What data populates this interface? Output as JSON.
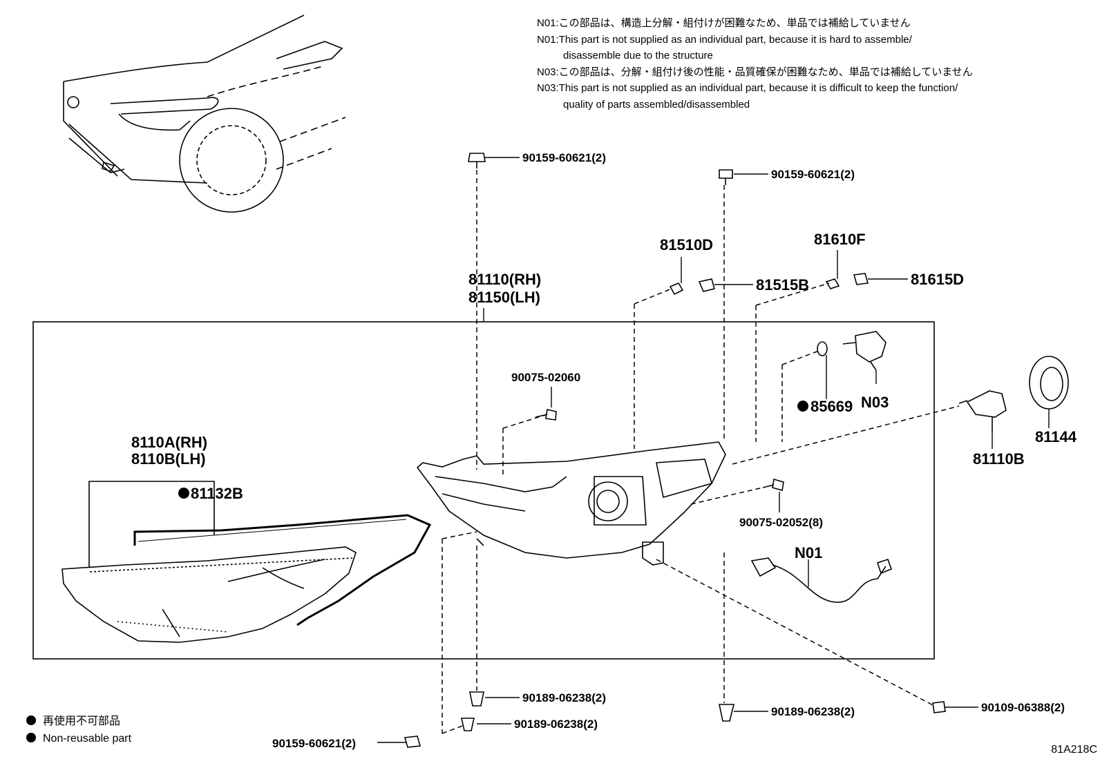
{
  "notes": [
    "N01:この部品は、構造上分解・組付けが困難なため、単品では補給していません",
    "N01:This part is not supplied as an individual part, because it is hard to assemble/",
    "disassemble due to the structure",
    "N03:この部品は、分解・組付け後の性能・品質確保が困難なため、単品では補給していません",
    "N03:This part is not supplied as an individual part, because it is difficult to keep the function/",
    "quality of parts assembled/disassembled"
  ],
  "parts": {
    "bolt_top_left": "90159-60621(2)",
    "bolt_top_right": "90159-60621(2)",
    "socket_81510D": "81510D",
    "socket_81610F": "81610F",
    "bulb_81515B": "81515B",
    "bulb_81615D": "81615D",
    "assy_rh": "81110(RH)",
    "assy_lh": "81150(LH)",
    "screw_90075_02060": "90075-02060",
    "gasket_85669": "85669",
    "n03": "N03",
    "bulb_81110B": "81110B",
    "cover_81144": "81144",
    "lens_rh": "8110A(RH)",
    "lens_lh": "8110B(LH)",
    "seal_81132B": "81132B",
    "screw_90075_02052": "90075-02052(8)",
    "n01": "N01",
    "clip_bottom_left": "90189-06238(2)",
    "clip_bottom_mid": "90189-06238(2)",
    "clip_bottom_right": "90189-06238(2)",
    "bolt_bottom_left": "90159-60621(2)",
    "screw_90109": "90109-06388(2)"
  },
  "legend": {
    "jp": "再使用不可部品",
    "en": "Non-reusable part"
  },
  "diagram_code": "81A218C"
}
